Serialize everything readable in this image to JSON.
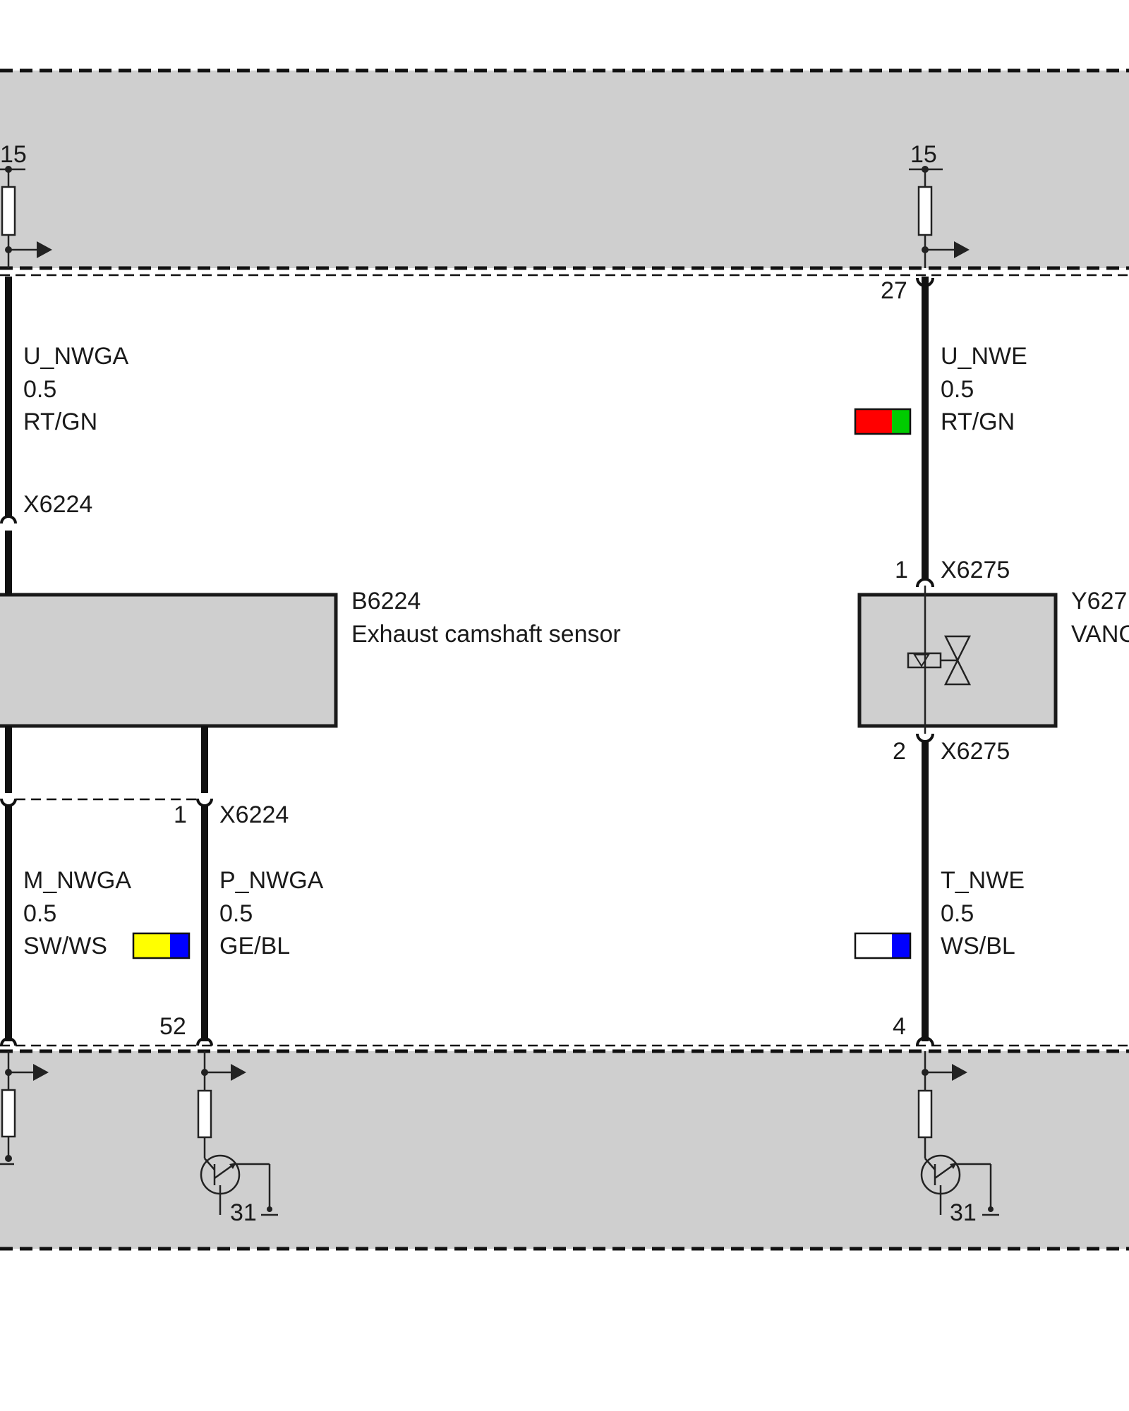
{
  "top_module": {
    "left_terminal": "15",
    "right_terminal": "15"
  },
  "bottom_module": {
    "left_ground": "31",
    "right_ground": "31"
  },
  "pins": {
    "top_right": "27",
    "x6275_upper": "1",
    "x6275_lower": "2",
    "x6224_pin": "1",
    "bottom_mid": "52",
    "bottom_right": "4"
  },
  "wires": {
    "u_nwga": {
      "signal": "U_NWGA",
      "gauge": "0.5",
      "color_code": "RT/GN"
    },
    "u_nwe": {
      "signal": "U_NWE",
      "gauge": "0.5",
      "color_code": "RT/GN",
      "swatch": [
        "#ff0000",
        "#00cc00"
      ]
    },
    "m_nwga": {
      "signal": "M_NWGA",
      "gauge": "0.5",
      "color_code": "SW/WS"
    },
    "p_nwga": {
      "signal": "P_NWGA",
      "gauge": "0.5",
      "color_code": "GE/BL",
      "swatch": [
        "#ffff00",
        "#0000ff"
      ]
    },
    "t_nwe": {
      "signal": "T_NWE",
      "gauge": "0.5",
      "color_code": "WS/BL",
      "swatch": [
        "#ffffff",
        "#0000ff"
      ]
    }
  },
  "connectors": {
    "x6224_top": "X6224",
    "x6224_bottom": "X6224",
    "x6275_top": "X6275",
    "x6275_bottom": "X6275"
  },
  "components": {
    "b6224": {
      "id": "B6224",
      "name": "Exhaust camshaft sensor"
    },
    "y6275": {
      "id": "Y627",
      "name": "VANC"
    }
  }
}
